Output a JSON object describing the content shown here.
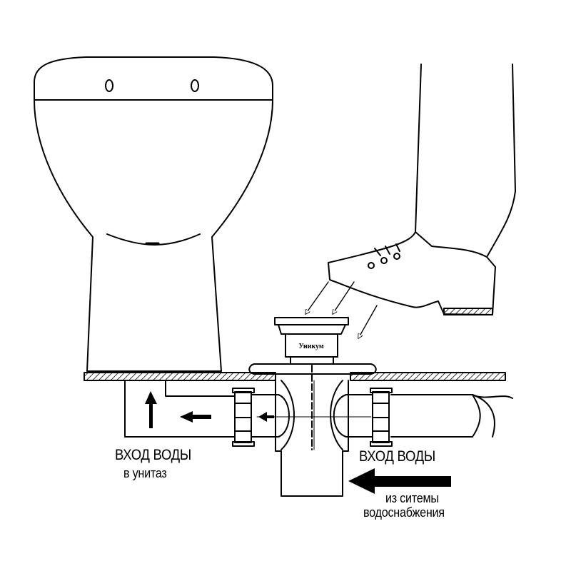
{
  "labels": {
    "toilet_inlet_title": "ВХОД ВОДЫ",
    "toilet_inlet_sub": "в унитаз",
    "supply_inlet_title": "ВХОД ВОДЫ",
    "supply_inlet_sub_1": "из ситемы",
    "supply_inlet_sub_2": "водоснабжения",
    "valve_brand": "Уникум"
  },
  "colors": {
    "line": "#000000",
    "background": "#ffffff"
  }
}
